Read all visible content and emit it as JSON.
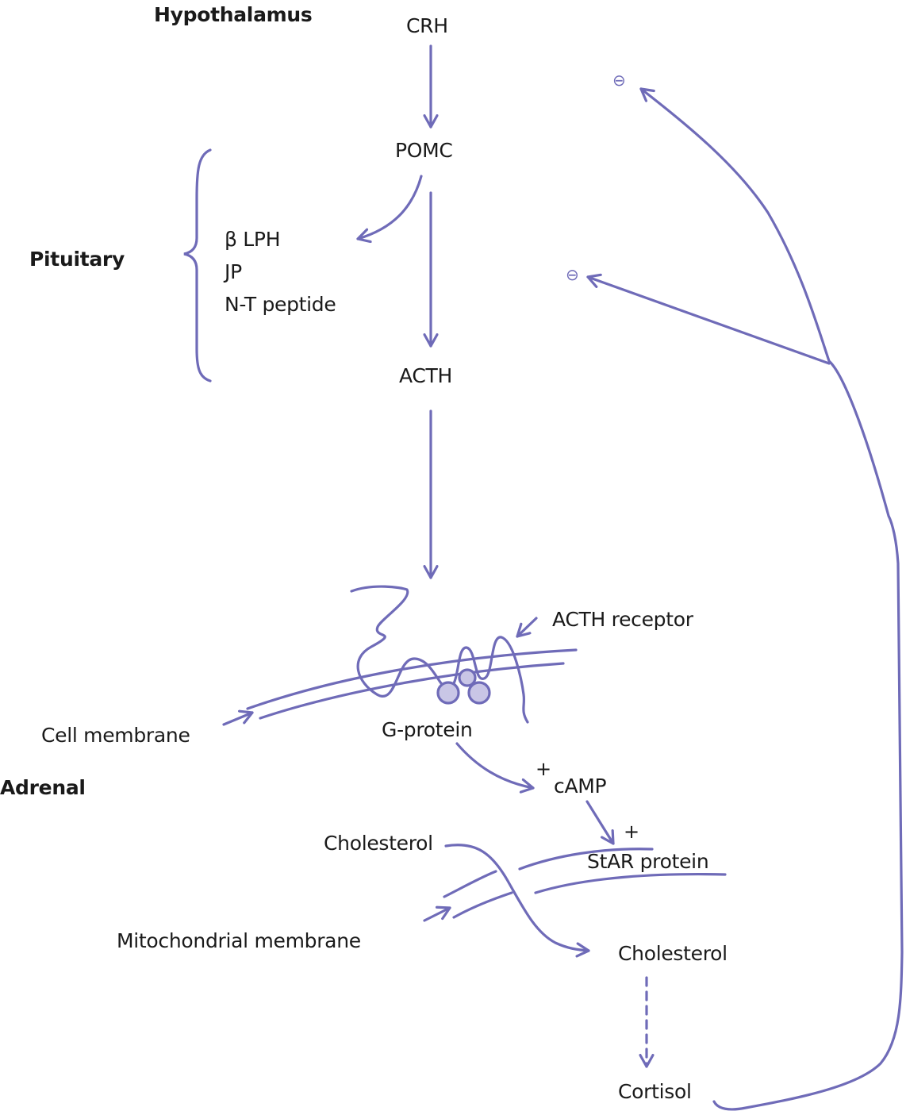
{
  "colors": {
    "stroke": "#6f6bb8",
    "fill_light": "#c9c6e6",
    "text": "#1a1a1a",
    "background": "#ffffff"
  },
  "regions": {
    "hypothalamus": "Hypothalamus",
    "pituitary": "Pituitary",
    "adrenal": "Adrenal"
  },
  "nodes": {
    "crh": "CRH",
    "pomc": "POMC",
    "beta_lph": "β LPH",
    "jp": "JP",
    "nt_peptide": "N-T peptide",
    "acth": "ACTH",
    "acth_receptor": "ACTH receptor",
    "cell_membrane": "Cell membrane",
    "g_protein": "G-protein",
    "camp": "cAMP",
    "cholesterol_outer": "Cholesterol",
    "star_protein": "StAR protein",
    "mitochondrial_membrane": "Mitochondrial membrane",
    "cholesterol_inner": "Cholesterol",
    "cortisol": "Cortisol"
  },
  "signs": {
    "stimulate_camp": "+",
    "stimulate_star": "+",
    "inhibit_hypothalamus": "⊖",
    "inhibit_pituitary": "⊖"
  },
  "edges": [
    {
      "from": "CRH",
      "to": "POMC",
      "style": "solid"
    },
    {
      "from": "POMC",
      "to": "β LPH / JP / N-T peptide",
      "style": "solid"
    },
    {
      "from": "POMC",
      "to": "ACTH",
      "style": "solid"
    },
    {
      "from": "ACTH",
      "to": "ACTH receptor",
      "style": "solid"
    },
    {
      "from": "G-protein",
      "to": "cAMP",
      "style": "solid",
      "sign": "+"
    },
    {
      "from": "cAMP",
      "to": "StAR protein",
      "style": "solid",
      "sign": "+"
    },
    {
      "from": "Cholesterol",
      "to": "Cholesterol (mitochondria)",
      "style": "solid"
    },
    {
      "from": "Cholesterol (mitochondria)",
      "to": "Cortisol",
      "style": "dashed"
    },
    {
      "from": "Cortisol",
      "to": "Hypothalamus",
      "style": "solid",
      "sign": "⊖"
    },
    {
      "from": "Cortisol",
      "to": "Pituitary",
      "style": "solid",
      "sign": "⊖"
    }
  ]
}
